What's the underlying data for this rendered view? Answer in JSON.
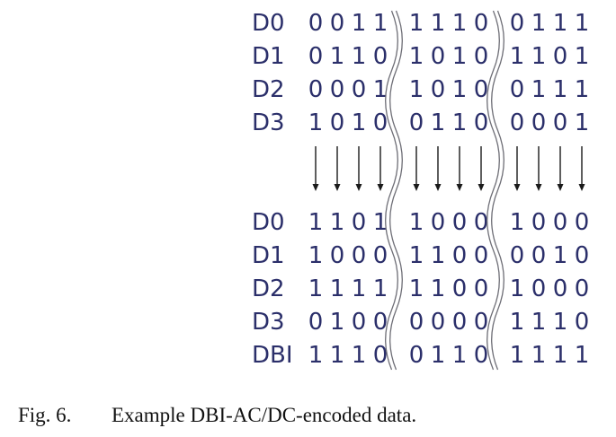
{
  "figure": {
    "top_rows": [
      {
        "label": "D0",
        "groups": [
          "0011",
          "1110",
          "0111"
        ]
      },
      {
        "label": "D1",
        "groups": [
          "0110",
          "1010",
          "1101"
        ]
      },
      {
        "label": "D2",
        "groups": [
          "0001",
          "1010",
          "0111"
        ]
      },
      {
        "label": "D3",
        "groups": [
          "1010",
          "0110",
          "0001"
        ]
      }
    ],
    "bottom_rows": [
      {
        "label": "D0",
        "groups": [
          "1101",
          "1000",
          "1000"
        ]
      },
      {
        "label": "D1",
        "groups": [
          "1000",
          "1100",
          "0010"
        ]
      },
      {
        "label": "D2",
        "groups": [
          "1111",
          "1100",
          "1000"
        ]
      },
      {
        "label": "D3",
        "groups": [
          "0100",
          "0000",
          "1110"
        ]
      },
      {
        "label": "DBI",
        "groups": [
          "1110",
          "0110",
          "1111"
        ]
      }
    ],
    "arrows_per_group": 4,
    "colors": {
      "text": "#2b2f6a",
      "separator": "#6e6e76",
      "arrow": "#1a1a1a"
    }
  },
  "caption": {
    "number": "Fig. 6.",
    "text": "Example DBI-AC/DC-encoded data."
  }
}
